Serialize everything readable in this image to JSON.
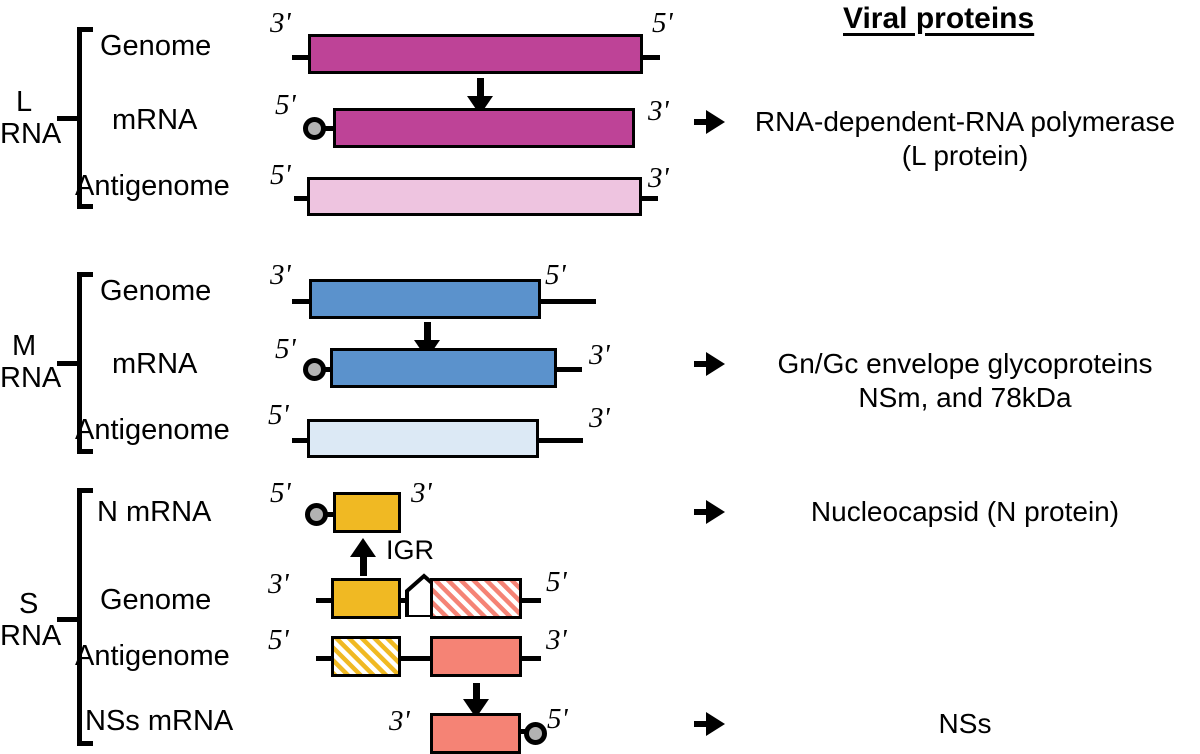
{
  "figure": {
    "title_right_column": "Viral proteins",
    "igr_label": "IGR"
  },
  "colors": {
    "l_genome": "#BE4397",
    "l_mrna": "#BE4397",
    "l_antigenome": "#EEC4E0",
    "m_genome": "#5B92CC",
    "m_mrna": "#5B92CC",
    "m_antigenome": "#DCE9F5",
    "n_gene": "#F0B923",
    "nss_gene": "#F58375",
    "cap": "#B3B3B3",
    "outline": "#000000",
    "background": "#FFFFFF"
  },
  "segments": [
    {
      "id": "L",
      "name_line1": "L",
      "name_line2": "RNA",
      "rows": [
        {
          "id": "l-genome",
          "label": "Genome",
          "left_end": "3'",
          "right_end": "5'"
        },
        {
          "id": "l-mrna",
          "label": "mRNA",
          "left_end": "5'",
          "right_end": "3'"
        },
        {
          "id": "l-antigenome",
          "label": "Antigenome",
          "left_end": "5'",
          "right_end": "3'"
        }
      ],
      "protein_lines": [
        "RNA-dependent-RNA polymerase",
        "(L protein)"
      ]
    },
    {
      "id": "M",
      "name_line1": "M",
      "name_line2": "RNA",
      "rows": [
        {
          "id": "m-genome",
          "label": "Genome",
          "left_end": "3'",
          "right_end": "5'"
        },
        {
          "id": "m-mrna",
          "label": "mRNA",
          "left_end": "5'",
          "right_end": "3'"
        },
        {
          "id": "m-antigenome",
          "label": "Antigenome",
          "left_end": "5'",
          "right_end": "3'"
        }
      ],
      "protein_lines": [
        "Gn/Gc envelope glycoproteins",
        "NSm, and 78kDa"
      ]
    },
    {
      "id": "S",
      "name_line1": "S",
      "name_line2": "RNA",
      "rows": [
        {
          "id": "s-n-mrna",
          "label": "N mRNA",
          "left_end": "5'",
          "right_end": "3'"
        },
        {
          "id": "s-genome",
          "label": "Genome",
          "left_end": "3'",
          "right_end": "5'"
        },
        {
          "id": "s-antigenome",
          "label": "Antigenome",
          "left_end": "5'",
          "right_end": "3'"
        },
        {
          "id": "s-nss-mrna",
          "label": "NSs mRNA",
          "left_end": "3'",
          "right_end": "5'"
        }
      ],
      "protein_lines_n": [
        "Nucleocapsid (N protein)"
      ],
      "protein_lines_nss": [
        "NSs"
      ]
    }
  ]
}
